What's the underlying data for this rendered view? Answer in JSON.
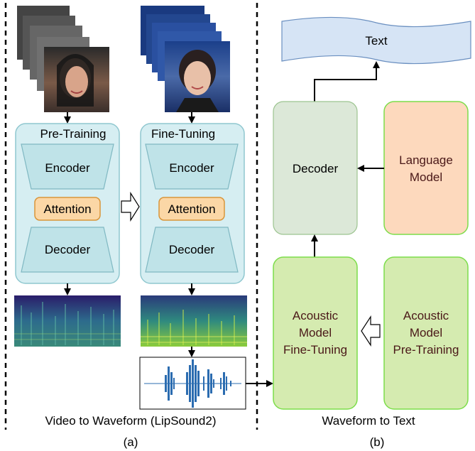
{
  "left_panel": {
    "pretrain_title": "Pre-Training",
    "finetune_title": "Fine-Tuning",
    "encoder_label": "Encoder",
    "attention_label": "Attention",
    "decoder_label": "Decoder",
    "caption": "Video to Waveform (LipSound2)",
    "sub_label": "(a)"
  },
  "right_panel": {
    "text_label": "Text",
    "decoder_label": "Decoder",
    "language_model_line1": "Language",
    "language_model_line2": "Model",
    "am_finetune_line1": "Acoustic",
    "am_finetune_line2": "Model",
    "am_finetune_line3": "Fine-Tuning",
    "am_pretrain_line1": "Acoustic",
    "am_pretrain_line2": "Model",
    "am_pretrain_line3": "Pre-Training",
    "caption": "Waveform to Text",
    "sub_label": "(b)"
  },
  "colors": {
    "module_fill": "#d6eef2",
    "module_stroke": "#8fc7cf",
    "trapezoid_fill": "#bfe3e8",
    "attention_fill": "#fbd7a6",
    "attention_stroke": "#d9953a",
    "text_banner_fill": "#d6e4f5",
    "decoder_fill": "#dce8d8",
    "lm_fill": "#fdd9bd",
    "am_fill": "#d5ebb0",
    "am_stroke": "#7cdd4a"
  }
}
